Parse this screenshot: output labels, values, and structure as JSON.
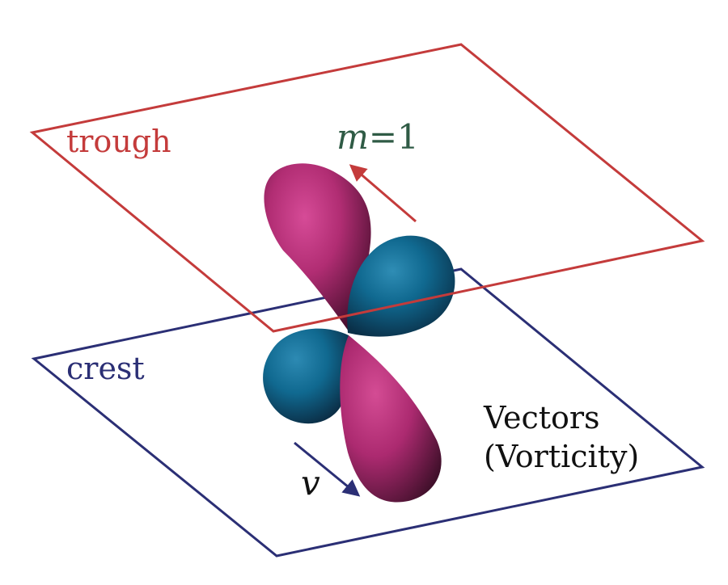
{
  "planes": {
    "top": {
      "label": "trough",
      "color": "#c43b3b"
    },
    "bottom": {
      "label": "crest",
      "color": "#2b2f75"
    }
  },
  "mode": {
    "m_symbol": "m",
    "m_rest": "=1",
    "color": "#2f5b45"
  },
  "vectors": {
    "line1": "Vectors",
    "line2": "(Vorticity)",
    "color": "#111111"
  },
  "velocity": {
    "label": "v",
    "arrow_color": "#2b2f75"
  },
  "lobes": {
    "magenta": "#b12d73",
    "blue": "#10648f"
  },
  "trough_arrow_color": "#c43b3b"
}
